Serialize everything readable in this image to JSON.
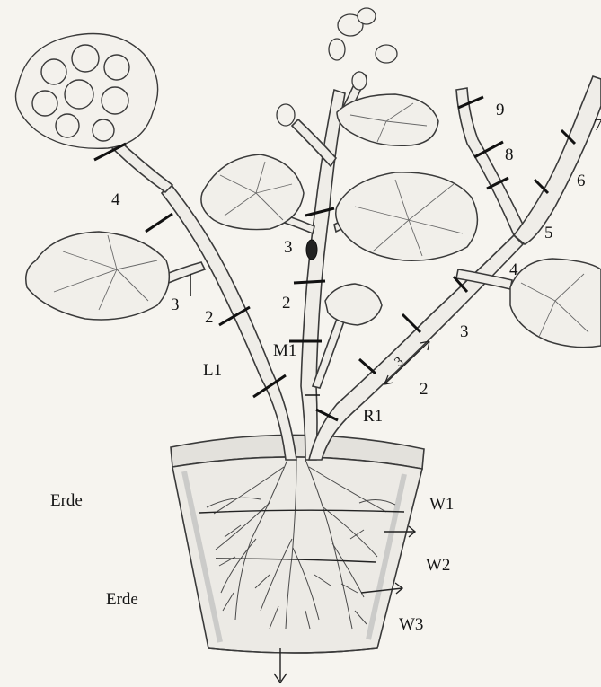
{
  "labels": {
    "soil": [
      "Erde",
      "Erde"
    ],
    "roots": [
      "W1",
      "W2",
      "W3"
    ],
    "stems": [
      "L1",
      "M1",
      "R1"
    ],
    "left_branch": [
      "2",
      "3",
      "4"
    ],
    "middle_stem": [
      "2",
      "3"
    ],
    "right_branch": [
      "2",
      "3",
      "4",
      "5",
      "6",
      "7",
      "8",
      "9"
    ],
    "internode_marker": "3"
  },
  "colors": {
    "paper": "#f6f4ef",
    "pencil": "#3a3a3a",
    "shade": "#8a8a8a",
    "cut_mark": "#111111"
  }
}
